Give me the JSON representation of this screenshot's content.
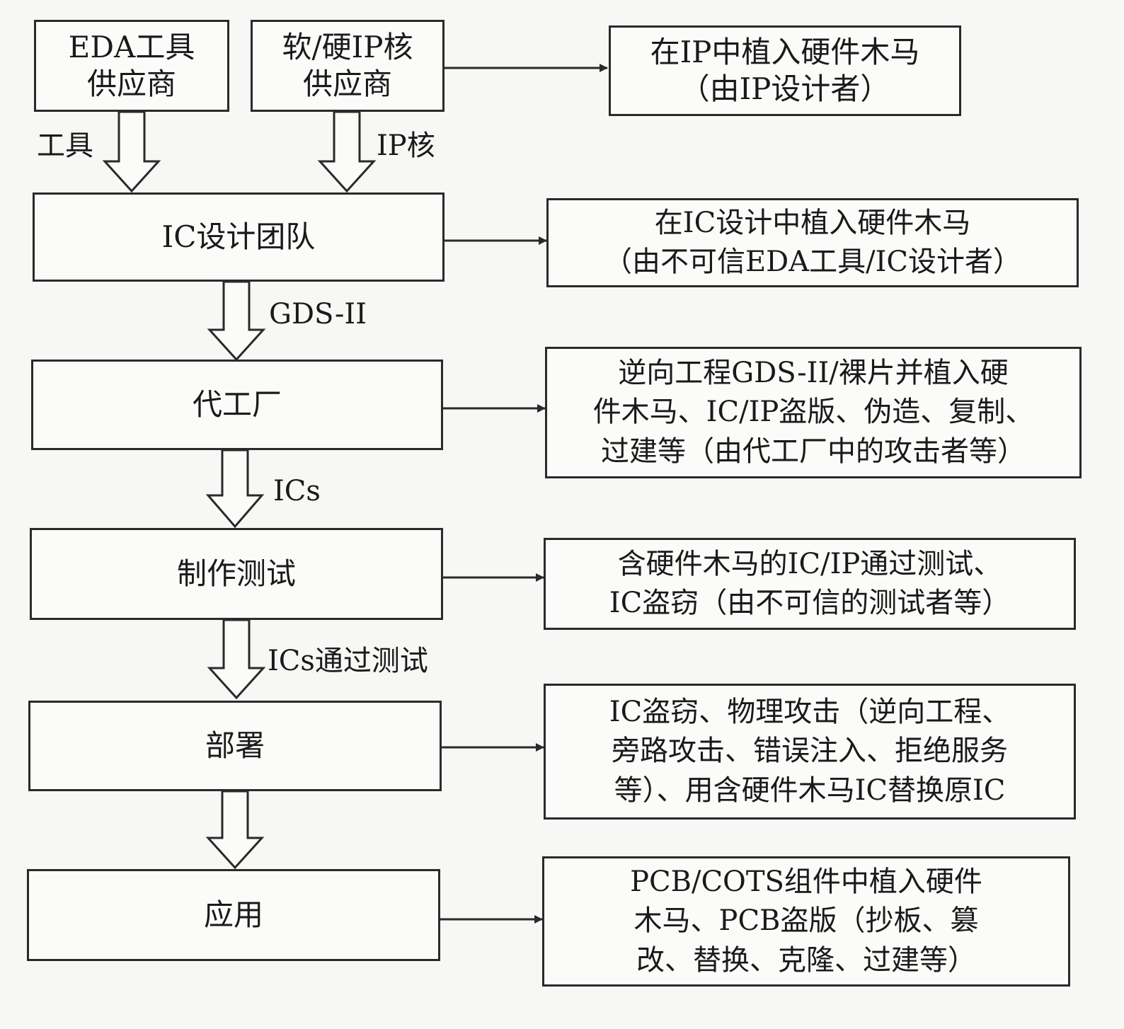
{
  "diagram": {
    "suppliers": {
      "eda": [
        "EDA工具",
        "供应商"
      ],
      "ip": [
        "软/硬IP核",
        "供应商"
      ]
    },
    "supplier_flows": {
      "tools": "工具",
      "ip_core": "IP核"
    },
    "ip_threat": [
      "在IP中植入硬件木马",
      "（由IP设计者）"
    ],
    "stages": [
      {
        "name": "IC设计团队",
        "flow_label": "GDS-II",
        "threat": [
          "在IC设计中植入硬件木马",
          "（由不可信EDA工具/IC设计者）"
        ]
      },
      {
        "name": "代工厂",
        "flow_label": "ICs",
        "threat": [
          "逆向工程GDS-II/裸片并植入硬",
          "件木马、IC/IP盗版、伪造、复制、",
          "过建等（由代工厂中的攻击者等）"
        ]
      },
      {
        "name": "制作测试",
        "flow_label": "ICs通过测试",
        "threat": [
          "含硬件木马的IC/IP通过测试、",
          "IC盗窃（由不可信的测试者等）"
        ]
      },
      {
        "name": "部署",
        "flow_label": "",
        "threat": [
          "IC盗窃、物理攻击（逆向工程、",
          "旁路攻击、错误注入、拒绝服务",
          "等）、用含硬件木马IC替换原IC"
        ]
      },
      {
        "name": "应用",
        "threat": [
          "PCB/COTS组件中植入硬件",
          "木马、PCB盗版（抄板、篡",
          "改、替换、克隆、过建等）"
        ]
      }
    ],
    "colors": {
      "line": "#2a2a2a",
      "background": "#f7f7f5"
    }
  }
}
